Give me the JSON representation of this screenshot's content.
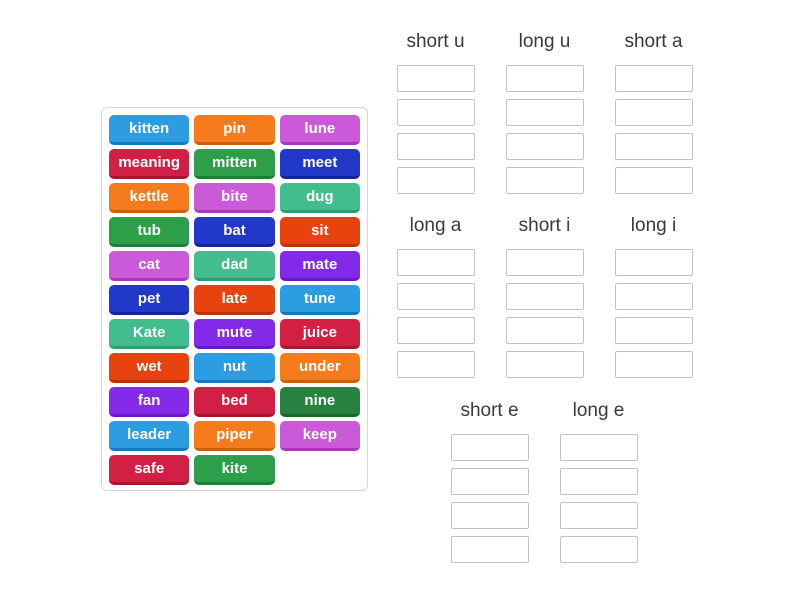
{
  "palette": {
    "blue": {
      "bg": "#2b9de0",
      "edge": "#1779bd"
    },
    "orange": {
      "bg": "#f57b1c",
      "edge": "#cc5f0a"
    },
    "orchid": {
      "bg": "#ca5ad7",
      "edge": "#a93ab6"
    },
    "crimson": {
      "bg": "#d22045",
      "edge": "#a81533"
    },
    "green": {
      "bg": "#2d9e4a",
      "edge": "#1e7d38"
    },
    "darkblue": {
      "bg": "#2138c8",
      "edge": "#16249c"
    },
    "seagreen": {
      "bg": "#41bd8e",
      "edge": "#2f9c72"
    },
    "orangered": {
      "bg": "#e8430f",
      "edge": "#bb330a"
    },
    "purple": {
      "bg": "#8329e8",
      "edge": "#661ac2"
    },
    "darkgreen": {
      "bg": "#28823f",
      "edge": "#1a6530"
    }
  },
  "board": {
    "word_bank": [
      {
        "label": "kitten",
        "color": "blue"
      },
      {
        "label": "pin",
        "color": "orange"
      },
      {
        "label": "lune",
        "color": "orchid"
      },
      {
        "label": "meaning",
        "color": "crimson"
      },
      {
        "label": "mitten",
        "color": "green"
      },
      {
        "label": "meet",
        "color": "darkblue"
      },
      {
        "label": "kettle",
        "color": "orange"
      },
      {
        "label": "bite",
        "color": "orchid"
      },
      {
        "label": "dug",
        "color": "seagreen"
      },
      {
        "label": "tub",
        "color": "green"
      },
      {
        "label": "bat",
        "color": "darkblue"
      },
      {
        "label": "sit",
        "color": "orangered"
      },
      {
        "label": "cat",
        "color": "orchid"
      },
      {
        "label": "dad",
        "color": "seagreen"
      },
      {
        "label": "mate",
        "color": "purple"
      },
      {
        "label": "pet",
        "color": "darkblue"
      },
      {
        "label": "late",
        "color": "orangered"
      },
      {
        "label": "tune",
        "color": "blue"
      },
      {
        "label": "Kate",
        "color": "seagreen"
      },
      {
        "label": "mute",
        "color": "purple"
      },
      {
        "label": "juice",
        "color": "crimson"
      },
      {
        "label": "wet",
        "color": "orangered"
      },
      {
        "label": "nut",
        "color": "blue"
      },
      {
        "label": "under",
        "color": "orange"
      },
      {
        "label": "fan",
        "color": "purple"
      },
      {
        "label": "bed",
        "color": "crimson"
      },
      {
        "label": "nine",
        "color": "darkgreen"
      },
      {
        "label": "leader",
        "color": "blue"
      },
      {
        "label": "piper",
        "color": "orange"
      },
      {
        "label": "keep",
        "color": "orchid"
      },
      {
        "label": "safe",
        "color": "crimson"
      },
      {
        "label": "kite",
        "color": "green"
      }
    ],
    "group_rows": [
      [
        {
          "label": "short u",
          "slots": 4
        },
        {
          "label": "long u",
          "slots": 4
        },
        {
          "label": "short a",
          "slots": 4
        }
      ],
      [
        {
          "label": "long a",
          "slots": 4
        },
        {
          "label": "short i",
          "slots": 4
        },
        {
          "label": "long i",
          "slots": 4
        }
      ],
      [
        {
          "label": "short e",
          "slots": 4
        },
        {
          "label": "long e",
          "slots": 4
        }
      ]
    ]
  }
}
